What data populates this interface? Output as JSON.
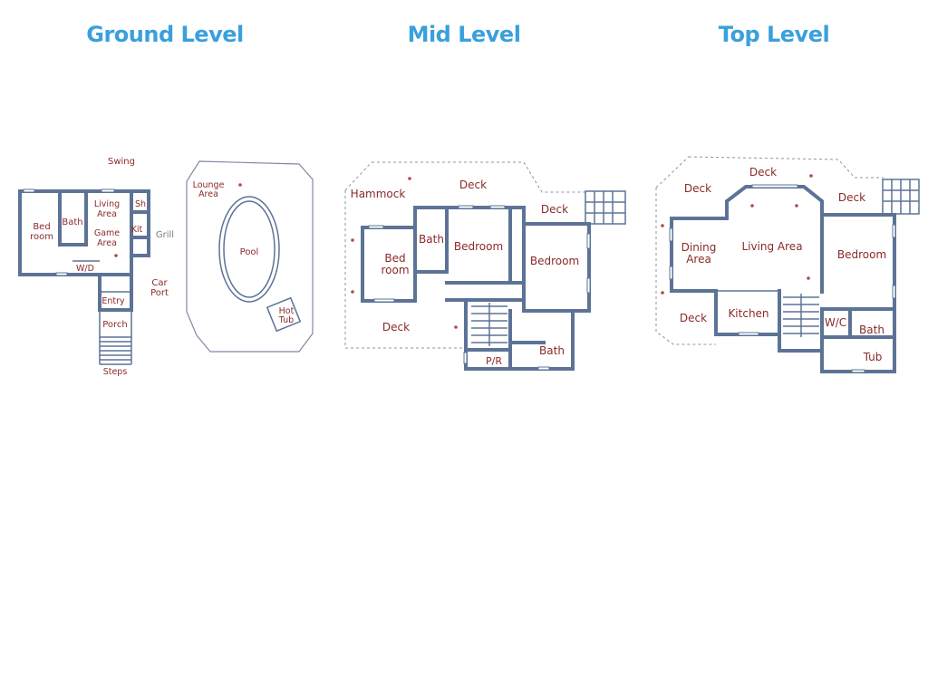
{
  "levels": {
    "ground": {
      "title": "Ground Level",
      "rooms": {
        "swing": "Swing",
        "bedroom_1": "Bed",
        "bedroom_2": "room",
        "bath": "Bath",
        "living_1": "Living",
        "living_2": "Area",
        "shower": "Sh",
        "game_1": "Game",
        "game_2": "Area",
        "kitchen": "Kit",
        "grill": "Grill",
        "wd": "W/D",
        "carport_1": "Car",
        "carport_2": "Port",
        "entry": "Entry",
        "porch": "Porch",
        "steps": "Steps",
        "lounge_1": "Lounge",
        "lounge_2": "Area",
        "pool": "Pool",
        "hottub_1": "Hot",
        "hottub_2": "Tub"
      }
    },
    "mid": {
      "title": "Mid Level",
      "rooms": {
        "hammock": "Hammock",
        "deck_top": "Deck",
        "deck_right": "Deck",
        "bed_1": "Bed",
        "bed_2": "room",
        "bath_small": "Bath",
        "bedroom_center": "Bedroom",
        "bedroom_right": "Bedroom",
        "deck_bottom": "Deck",
        "bath_bottom": "Bath",
        "pr": "P/R"
      }
    },
    "top": {
      "title": "Top Level",
      "rooms": {
        "deck_left": "Deck",
        "deck_top": "Deck",
        "deck_right": "Deck",
        "dining_1": "Dining",
        "dining_2": "Area",
        "living": "Living Area",
        "bedroom": "Bedroom",
        "deck_bottom": "Deck",
        "kitchen": "Kitchen",
        "wc": "W/C",
        "bath": "Bath",
        "tub": "Tub"
      }
    }
  }
}
